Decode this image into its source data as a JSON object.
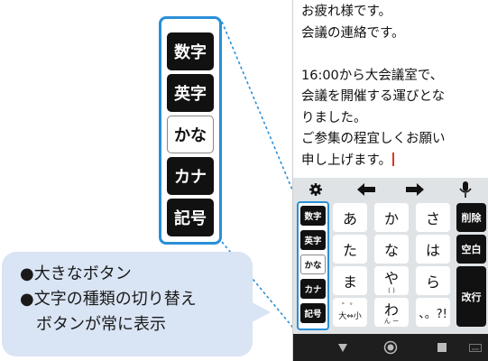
{
  "zoom_panel": {
    "modes": [
      {
        "label": "数字",
        "selected": false
      },
      {
        "label": "英字",
        "selected": false
      },
      {
        "label": "かな",
        "selected": true
      },
      {
        "label": "カナ",
        "selected": false
      },
      {
        "label": "記号",
        "selected": false
      }
    ]
  },
  "message": {
    "lines": [
      "お疲れ様です。",
      "会議の連絡です。",
      "",
      "16:00から大会議室で、",
      "会議を開催する運びとな",
      "りました。",
      "ご参集の程宜しくお願い",
      "申し上げます。"
    ]
  },
  "keyboard": {
    "toolbar": {
      "icons": [
        "gear-icon",
        "arrow-left-icon",
        "arrow-right-icon",
        "microphone-icon"
      ]
    },
    "modes": [
      "数字",
      "英字",
      "かな",
      "カナ",
      "記号"
    ],
    "selected_mode": "かな",
    "keys": [
      {
        "label": "あ",
        "sub": ""
      },
      {
        "label": "か",
        "sub": ""
      },
      {
        "label": "さ",
        "sub": ""
      },
      {
        "label": "た",
        "sub": ""
      },
      {
        "label": "な",
        "sub": ""
      },
      {
        "label": "は",
        "sub": ""
      },
      {
        "label": "ま",
        "sub": ""
      },
      {
        "label": "や",
        "sub": "(  )"
      },
      {
        "label": "ら",
        "sub": ""
      },
      {
        "label": "゛゜\n大⇔小",
        "sub": ""
      },
      {
        "label": "わ",
        "sub": "ん ー"
      },
      {
        "label": "、。?!",
        "sub": ""
      }
    ],
    "func_keys": {
      "delete": "削除",
      "space": "空白",
      "enter": "改行"
    }
  },
  "navbar": {
    "icons": [
      "back-triangle-icon",
      "home-circle-icon",
      "recents-square-icon",
      "keyboard-icon"
    ]
  },
  "callout": {
    "lines": [
      "●大きなボタン",
      "●文字の種類の切り替え",
      "　ボタンが常に表示"
    ]
  },
  "colors": {
    "accent": "#2a8fd8",
    "key_dark": "#111111",
    "callout_bg": "#d9e4f4",
    "cursor": "#d9381e"
  }
}
